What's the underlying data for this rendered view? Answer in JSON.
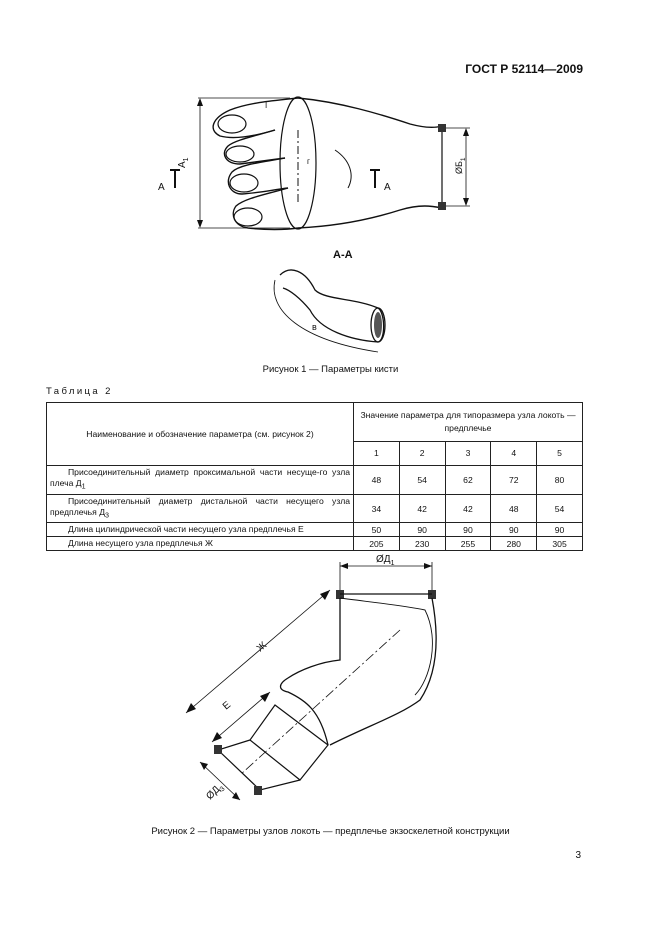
{
  "header": {
    "standard_code": "ГОСТ Р 52114—2009"
  },
  "figure1": {
    "caption": "Рисунок 1 — Параметры кисти",
    "label_a_left": "А",
    "label_a_right": "А",
    "label_a1": "А",
    "label_a1_sub": "1",
    "label_b1": "ØБ",
    "label_b1_sub": "1",
    "label_r": "г",
    "label_i": "I",
    "section_title": "А-А",
    "label_v": "в"
  },
  "table": {
    "label": "Таблица 2",
    "header_param": "Наименование и обозначение параметра (см. рисунок 2)",
    "header_value": "Значение параметра для типоразмера узла локоть — предплечье",
    "sizes": [
      "1",
      "2",
      "3",
      "4",
      "5"
    ],
    "rows": [
      {
        "name_main": "Присоединительный диаметр проксимальной части несуще-го узла плеча Д",
        "name_sub": "1",
        "values": [
          "48",
          "54",
          "62",
          "72",
          "80"
        ]
      },
      {
        "name_main": "Присоединительный диаметр дистальной части несущего узла предплечья Д",
        "name_sub": "3",
        "values": [
          "34",
          "42",
          "42",
          "48",
          "54"
        ]
      },
      {
        "name_main": "Длина цилиндрической части несущего узла предплечья Е",
        "name_sub": "",
        "values": [
          "50",
          "90",
          "90",
          "90",
          "90"
        ]
      },
      {
        "name_main": "Длина несущего узла предплечья Ж",
        "name_sub": "",
        "values": [
          "205",
          "230",
          "255",
          "280",
          "305"
        ]
      }
    ]
  },
  "figure2": {
    "caption": "Рисунок 2 — Параметры узлов локоть — предплечье экзоскелетной конструкции",
    "label_d1": "ØД",
    "label_d1_sub": "1",
    "label_zh": "Ж",
    "label_e": "Е",
    "label_d3": "ØД",
    "label_d3_sub": "3"
  },
  "page_number": "3"
}
